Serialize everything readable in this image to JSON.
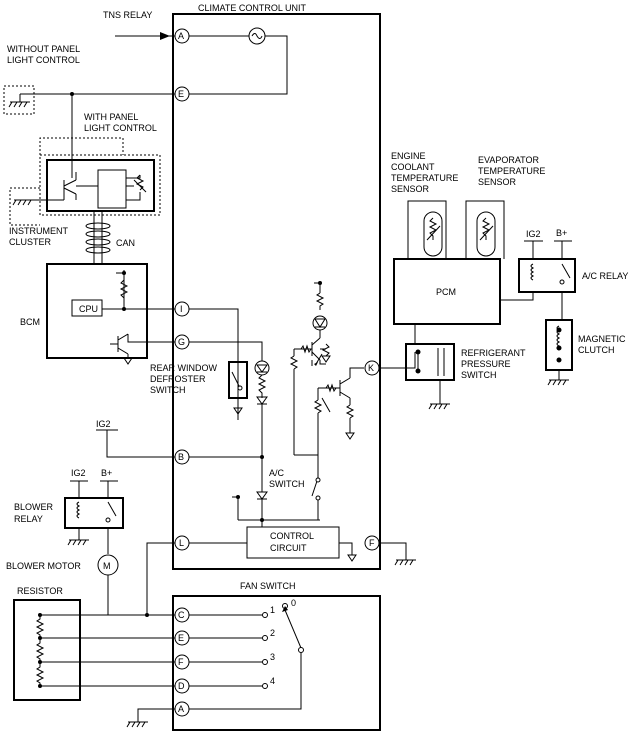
{
  "labels": {
    "tns_relay": "TNS RELAY",
    "climate_control_unit": "CLIMATE CONTROL UNIT",
    "without_panel_1": "WITHOUT PANEL",
    "without_panel_2": "LIGHT CONTROL",
    "with_panel_1": "WITH PANEL",
    "with_panel_2": "LIGHT CONTROL",
    "instrument_1": "INSTRUMENT",
    "instrument_2": "CLUSTER",
    "can": "CAN",
    "bcm": "BCM",
    "cpu": "CPU",
    "rear_window_1": "REAR WINDOW",
    "rear_window_2": "DEFROSTER",
    "rear_window_3": "SWITCH",
    "ig2_b": "IG2",
    "ac_switch_1": "A/C",
    "ac_switch_2": "SWITCH",
    "control_circuit_1": "CONTROL",
    "control_circuit_2": "CIRCUIT",
    "ig2_blower": "IG2",
    "bplus_blower": "B+",
    "blower_relay_1": "BLOWER",
    "blower_relay_2": "RELAY",
    "blower_motor": "BLOWER MOTOR",
    "motor_m": "M",
    "resistor": "RESISTOR",
    "fan_switch": "FAN SWITCH",
    "engine_1": "ENGINE",
    "engine_2": "COOLANT",
    "engine_3": "TEMPERATURE",
    "engine_4": "SENSOR",
    "evap_1": "EVAPORATOR",
    "evap_2": "TEMPERATURE",
    "evap_3": "SENSOR",
    "ig2_ac": "IG2",
    "bplus_ac": "B+",
    "ac_relay": "A/C RELAY",
    "pcm": "PCM",
    "refrig_1": "REFRIGERANT",
    "refrig_2": "PRESSURE",
    "refrig_3": "SWITCH",
    "magnetic_1": "MAGNETIC",
    "magnetic_2": "CLUTCH"
  },
  "pins": {
    "a_top": "A",
    "e": "E",
    "i": "I",
    "g": "G",
    "b": "B",
    "k": "K",
    "l": "L",
    "f": "F",
    "c": "C",
    "e2": "E",
    "f2": "F",
    "d": "D",
    "a_bot": "A"
  },
  "fan_positions": {
    "p0": "0",
    "p1": "1",
    "p2": "2",
    "p3": "3",
    "p4": "4"
  }
}
